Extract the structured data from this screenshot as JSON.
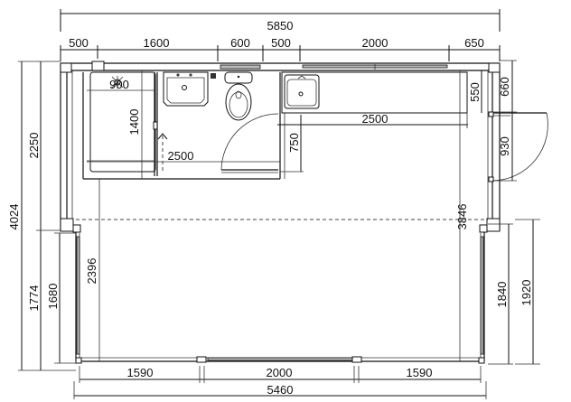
{
  "plan": {
    "type": "floor-plan",
    "units": "mm",
    "top_dimensions": {
      "overall": "5850",
      "segments": [
        "500",
        "1600",
        "600",
        "500",
        "2000",
        "650"
      ]
    },
    "bottom_dimensions": {
      "overall": "5460",
      "segments": [
        "1590",
        "2000",
        "1590"
      ]
    },
    "left_dimensions": {
      "overall": "4024",
      "upper": "2250",
      "lower": "1774",
      "lower_inner": "1680"
    },
    "right_dimensions": {
      "upper": "660",
      "door": "930",
      "lower_inner": "1840",
      "lower_outer": "1920"
    },
    "interior_dimensions": {
      "shower_width": "900",
      "shower_depth": "1400",
      "bathroom_width": "2500",
      "kitchen_counter_length": "2500",
      "kitchen_counter_depth": "550",
      "bathroom_door_offset": "750",
      "room_depth_left": "2396",
      "room_depth_right": "3846"
    },
    "fixtures": [
      "shower",
      "washbasin",
      "toilet",
      "kitchen-sink",
      "bathroom-door",
      "entry-door"
    ]
  }
}
